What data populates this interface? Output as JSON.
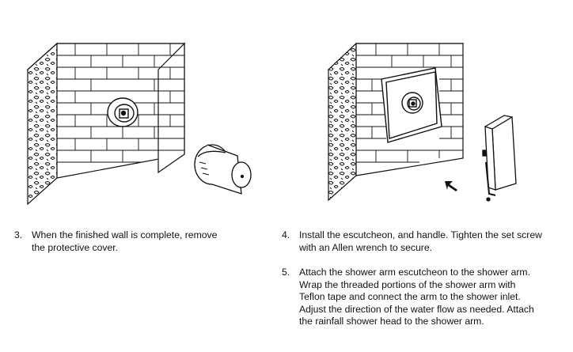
{
  "steps": [
    {
      "number": "3.",
      "lines": [
        "When the finished wall is complete, remove",
        "the protective cover."
      ]
    },
    {
      "number": "4.",
      "lines": [
        "Install the escutcheon, and handle. Tighten the set screw",
        "with an Allen wrench to secure."
      ]
    },
    {
      "number": "5.",
      "lines": [
        "Attach the shower arm escutcheon to the shower arm.",
        "Wrap the threaded portions of the shower arm with",
        "Teflon tape and connect the arm to the shower inlet.",
        "Adjust the direction of the water flow as needed. Attach",
        "the rainfall shower head to the shower arm."
      ]
    }
  ],
  "illustrations": {
    "left": "wall-with-valve-and-protective-cover",
    "right": "wall-with-escutcheon-handle-and-allen-wrench"
  }
}
